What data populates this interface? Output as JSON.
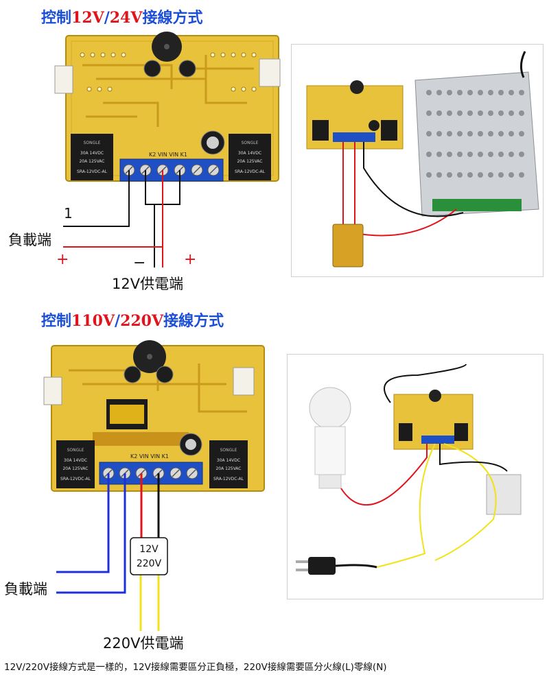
{
  "section1": {
    "heading_prefix": "控制",
    "heading_v1": "12V",
    "heading_sep": "/",
    "heading_v2": "24V",
    "heading_suffix": "接線方式",
    "load_label": "負載端",
    "supply_label": "12V供電端",
    "wire_number": "1",
    "minus_sign": "−",
    "plus_left": "+",
    "plus_right": "+"
  },
  "section2": {
    "heading_prefix": "控制",
    "heading_v1": "110V",
    "heading_sep": "/",
    "heading_v2": "220V",
    "heading_suffix": "接線方式",
    "load_label": "負載端",
    "supply_label": "220V供電端",
    "box_line1": "12V",
    "box_line2": "220V"
  },
  "board": {
    "terminal_tags": "K2  VIN VIN  K1",
    "relay_brand": "SONGLE",
    "relay_spec1": "30A 14VDC",
    "relay_spec2": "20A 125VAC",
    "relay_model": "SRA-12VDC-AL"
  },
  "footer_text": "12V/220V接線方式是一樣的，12V接線需要區分正負極，220V接線需要區分火線(L)零線(N)",
  "colors": {
    "heading_blue": "#1c4fd8",
    "heading_red": "#e1141c",
    "pcb_yellow": "#e8c23a",
    "wire_red": "#e1141c",
    "wire_blue": "#1c2fd8",
    "wire_black": "#111111",
    "wire_yellow": "#f2e21a"
  }
}
